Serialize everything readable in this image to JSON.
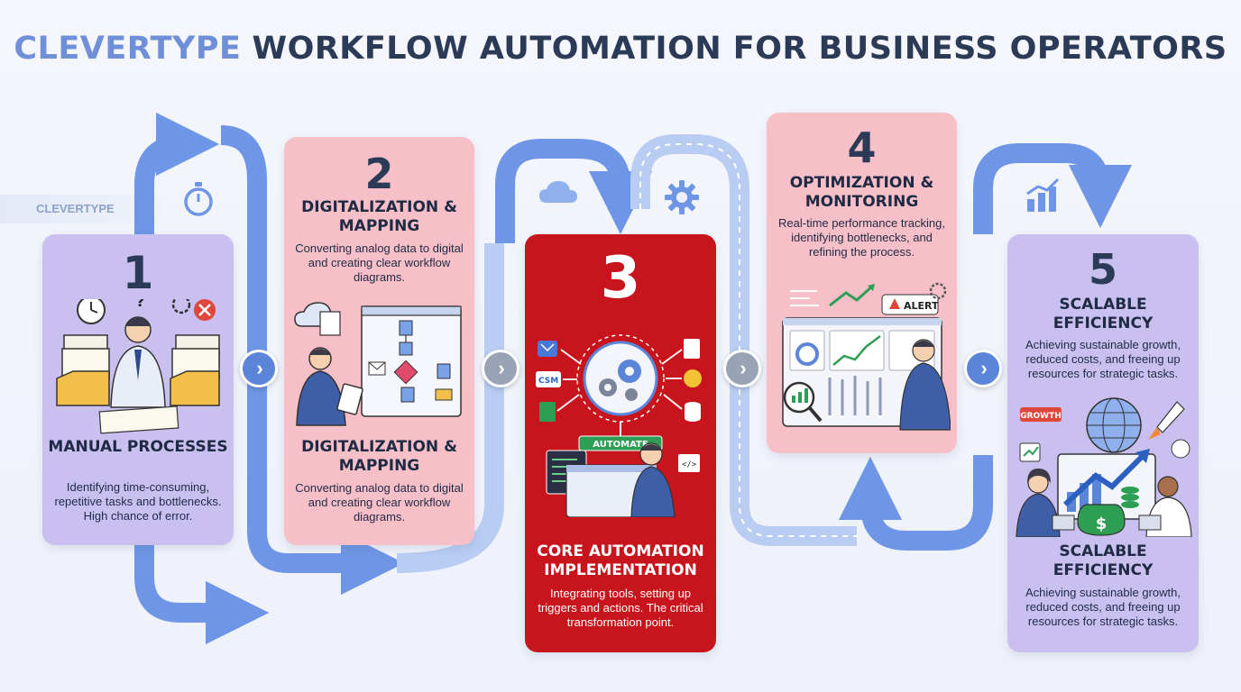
{
  "header": {
    "brand": "CLEVERTYPE",
    "title": "WORKFLOW AUTOMATION FOR BUSINESS OPERATORS",
    "side_tag": "CLEVERTYPE"
  },
  "steps": [
    {
      "number": "1",
      "title": "MANUAL PROCESSES",
      "description": "Identifying time-consuming, repetitive tasks and bottlenecks. High chance of error."
    },
    {
      "number": "2",
      "title": "DIGITALIZATION & MAPPING",
      "description": "Converting analog data to digital and creating clear workflow diagrams.",
      "title_repeat": "DIGITALIZATION & MAPPING",
      "description_repeat": "Converting analog data to digital and creating clear workflow diagrams."
    },
    {
      "number": "3",
      "title": "CORE AUTOMATION IMPLEMENTATION",
      "description": "Integrating tools, setting up triggers and actions. The critical transformation point.",
      "badge": "AUTOMATE",
      "crm_label": "CSM",
      "code_label": "</>"
    },
    {
      "number": "4",
      "title": "OPTIMIZATION & MONITORING",
      "description": "Real-time performance tracking, identifying bottlenecks, and refining the process.",
      "alert_label": "ALERT"
    },
    {
      "number": "5",
      "title": "SCALABLE EFFICIENCY",
      "description": "Achieving sustainable growth, reduced costs, and freeing up resources for strategic tasks.",
      "growth_label": "GROWTH",
      "title_repeat": "SCALABLE EFFICIENCY",
      "description_repeat": "Achieving sustainable growth, reduced costs, and freeing up resources for strategic tasks."
    }
  ],
  "icons": [
    "stopwatch-icon",
    "cloud-icon",
    "gear-icon",
    "bar-chart-icon",
    "chevron-right-icon"
  ],
  "colors": {
    "flow_arrow": "#6f96e6",
    "flow_arrow_light": "#b9cdf3",
    "card_purple": "#c9c0f0",
    "card_pink": "#f7bfc8",
    "card_red": "#c8141c",
    "title_dark": "#2b3a57",
    "brand_blue": "#6f8fd8"
  }
}
